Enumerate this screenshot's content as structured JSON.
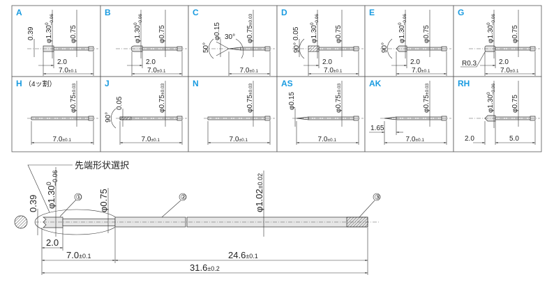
{
  "colors": {
    "label": "#1a9be0",
    "line": "#333333",
    "part_fill": "#e6e6e6"
  },
  "tip_options": [
    {
      "code": "A",
      "dims": {
        "tip": "0.39",
        "head_dia": "φ1.30",
        "head_tol_up": "0",
        "head_tol_low": "−0.06",
        "shaft_dia": "φ0.75",
        "head_len": "2.0",
        "total_len": "7.0",
        "total_tol": "±0.1"
      }
    },
    {
      "code": "B",
      "dims": {
        "head_dia": "φ1.30",
        "head_tol_up": "0",
        "head_tol_low": "−0.06",
        "shaft_dia": "φ0.75",
        "head_len": "2.0",
        "total_len": "7.0",
        "total_tol": "±0.1"
      }
    },
    {
      "code": "C",
      "dims": {
        "tip": "φ0.15",
        "angle": "50°",
        "angle2": "30°",
        "shaft_dia": "φ0.75",
        "shaft_tol": "±0.03",
        "total_len": "7.0",
        "total_tol": "±0.1"
      }
    },
    {
      "code": "D",
      "dims": {
        "tip": "0.05",
        "angle": "90°",
        "head_dia": "φ1.30",
        "head_tol_up": "0",
        "head_tol_low": "−0.06",
        "shaft_dia": "φ0.75",
        "head_len": "2.0",
        "total_len": "7.0",
        "total_tol": "±0.1"
      }
    },
    {
      "code": "E",
      "dims": {
        "angle": "90°",
        "head_dia": "φ1.30",
        "head_tol_up": "0",
        "head_tol_low": "−0.06",
        "shaft_dia": "φ0.75",
        "head_len": "2.0",
        "total_len": "7.0",
        "total_tol": "±0.1"
      }
    },
    {
      "code": "G",
      "dims": {
        "radius": "R0.3",
        "head_dia": "φ1.30",
        "head_tol_up": "0",
        "head_tol_low": "−0.06",
        "shaft_dia": "φ0.75",
        "head_len": "2.0",
        "total_len": "7.0",
        "total_tol": "±0.1"
      }
    },
    {
      "code": "H",
      "note": "（4ッ割）",
      "dims": {
        "shaft_dia": "φ0.75",
        "shaft_tol": "±0.03",
        "total_len": "7.0",
        "total_tol": "±0.1"
      }
    },
    {
      "code": "J",
      "dims": {
        "tip": "0.05",
        "angle": "90°",
        "shaft_dia": "φ0.75",
        "shaft_tol": "±0.03",
        "total_len": "7.0",
        "total_tol": "±0.1"
      }
    },
    {
      "code": "N",
      "dims": {
        "shaft_dia": "φ0.75",
        "shaft_tol": "±0.03",
        "total_len": "7.0",
        "total_tol": "±0.1"
      }
    },
    {
      "code": "AS",
      "dims": {
        "tip": "φ0.15",
        "shaft_dia": "φ0.75",
        "shaft_tol": "±0.03",
        "total_len": "7.0",
        "total_tol": "±0.1"
      }
    },
    {
      "code": "AK",
      "dims": {
        "cone_len": "1.65",
        "shaft_dia": "φ0.75",
        "shaft_tol": "±0.03",
        "total_len": "7.0",
        "total_tol": "±0.1"
      }
    },
    {
      "code": "RH",
      "dims": {
        "head_dia": "φ1.30",
        "head_tol_up": "0",
        "head_tol_low": "−0.06",
        "shaft_dia": "φ0.75",
        "head_len": "2.0",
        "total_len": "5.0"
      }
    }
  ],
  "main": {
    "callout": "先端形状選択",
    "tip": "0.39",
    "head_dia": "φ1.30",
    "head_tol_up": "0",
    "head_tol_low": "−0.06",
    "shaft_dia": "φ0.75",
    "tube_dia": "φ1.02",
    "tube_tol": "±0.02",
    "parts": [
      "①",
      "②",
      "③"
    ],
    "head_len": "2.0",
    "plunger_len": "7.0",
    "plunger_tol": "±0.1",
    "tube_len": "24.6",
    "tube_len_tol": "±0.1",
    "total_len": "31.6",
    "total_tol": "±0.2"
  }
}
